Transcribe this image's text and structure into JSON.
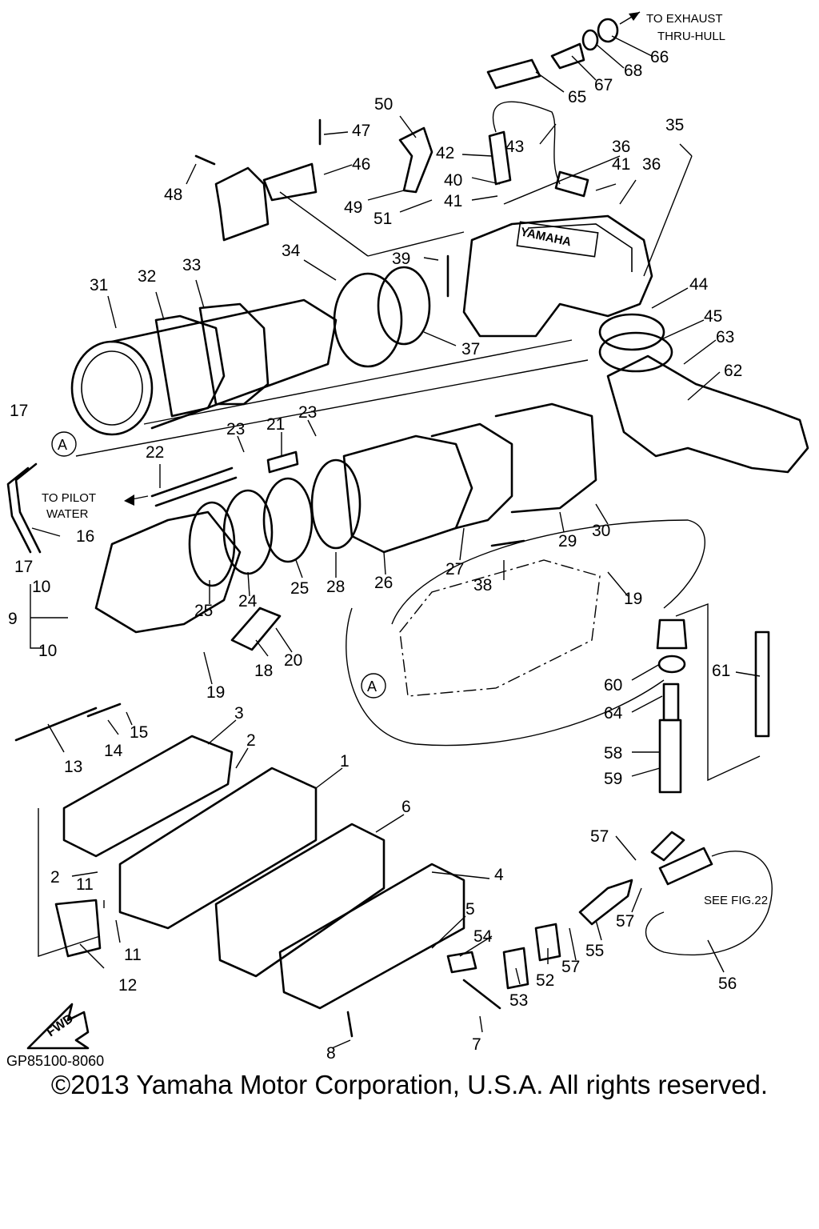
{
  "diagram": {
    "notes": {
      "to_exhaust": "TO EXHAUST",
      "thru_hull": "THRU-HULL",
      "to_pilot": "TO PILOT",
      "water": "WATER",
      "see_fig": "SEE FIG.22",
      "fwd": "FWD",
      "marker_a": "A",
      "brand": "YAMAHA",
      "drawing_code": "GP85100-8060"
    },
    "callouts": [
      "1",
      "2",
      "2",
      "3",
      "4",
      "5",
      "6",
      "7",
      "8",
      "9",
      "10",
      "10",
      "11",
      "11",
      "12",
      "13",
      "14",
      "15",
      "16",
      "17",
      "17",
      "18",
      "19",
      "19",
      "20",
      "21",
      "22",
      "23",
      "23",
      "24",
      "25",
      "25",
      "26",
      "27",
      "28",
      "29",
      "30",
      "31",
      "32",
      "33",
      "34",
      "35",
      "36",
      "36",
      "37",
      "38",
      "39",
      "40",
      "41",
      "41",
      "42",
      "43",
      "44",
      "45",
      "46",
      "47",
      "48",
      "49",
      "50",
      "51",
      "52",
      "53",
      "54",
      "55",
      "56",
      "57",
      "57",
      "57",
      "58",
      "59",
      "60",
      "61",
      "62",
      "63",
      "64",
      "65",
      "66",
      "67",
      "68"
    ]
  },
  "footer": {
    "copyright": "©2013 Yamaha Motor Corporation, U.S.A. All rights reserved."
  }
}
